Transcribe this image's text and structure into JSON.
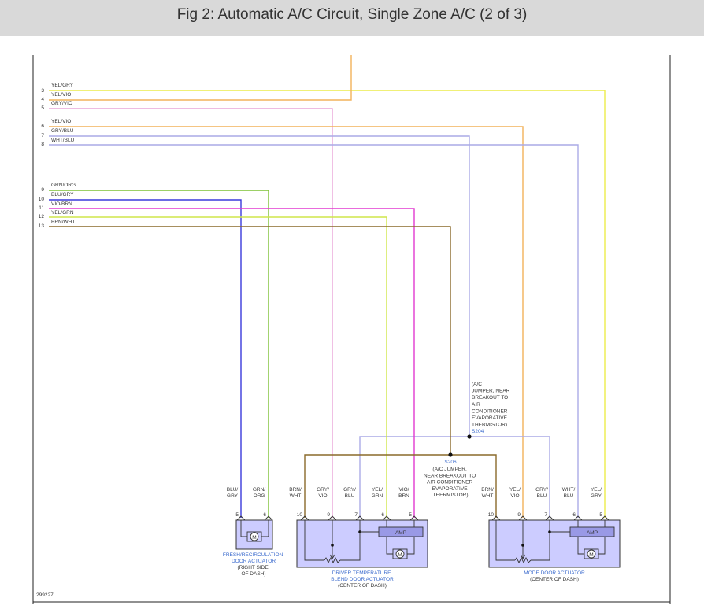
{
  "title": "Fig 2: Automatic A/C Circuit, Single Zone A/C (2 of 3)",
  "figure_number": "299227",
  "wire_colors": {
    "yellow": "#ecec4a",
    "orange": "#f2b25a",
    "pink": "#e9a6d9",
    "lavender": "#aaaae6",
    "green": "#7cc034",
    "blue": "#3a3adc",
    "magenta": "#e23ad0",
    "yelgrn": "#cfe64a",
    "brown": "#8a6a2a",
    "component_fill": "#ccccff"
  },
  "pins": [
    "3",
    "4",
    "5",
    "6",
    "7",
    "8",
    "9",
    "10",
    "11",
    "12",
    "13"
  ],
  "wire_labels": [
    "YEL/GRY",
    "YEL/VIO",
    "GRY/VIO",
    "YEL/VIO",
    "GRY/BLU",
    "WHT/BLU",
    "GRN/ORG",
    "BLU/GRY",
    "VIO/BRN",
    "YEL/GRN",
    "BRN/WHT"
  ],
  "splices": {
    "s204": {
      "label": "S204",
      "note": [
        "(A/C",
        "JUMPER, NEAR",
        "BREAKOUT TO",
        "AIR",
        "CONDITIONER",
        "EVAPORATIVE",
        "THERMISTOR)"
      ]
    },
    "s206": {
      "label": "S206",
      "note": [
        "(A/C JUMPER,",
        "NEAR BREAKOUT TO",
        "AIR CONDITIONER",
        "EVAPORATIVE",
        "THERMISTOR)"
      ]
    }
  },
  "components": {
    "fresh": {
      "name": [
        "FRESH/RECIRCULATION",
        "DOOR ACTUATOR"
      ],
      "location": [
        "(RIGHT SIDE",
        "OF DASH)"
      ],
      "terminals": [
        "5",
        "6"
      ],
      "wires": [
        [
          "BLU/",
          "GRY"
        ],
        [
          "GRN/",
          "ORG"
        ]
      ],
      "motor": "M"
    },
    "driver": {
      "name": [
        "DRIVER TEMPERATURE",
        "BLEND DOOR ACTUATOR"
      ],
      "location": [
        "(CENTER OF DASH)"
      ],
      "terminals": [
        "10",
        "9",
        "7",
        "6",
        "5"
      ],
      "wires": [
        [
          "BRN/",
          "WHT"
        ],
        [
          "GRY/",
          "VIO"
        ],
        [
          "GRY/",
          "BLU"
        ],
        [
          "YEL/",
          "GRN"
        ],
        [
          "VIO/",
          "BRN"
        ]
      ],
      "amp": "AMP",
      "motor": "M"
    },
    "mode": {
      "name": [
        "MODE DOOR ACTUATOR"
      ],
      "location": [
        "(CENTER OF DASH)"
      ],
      "terminals": [
        "10",
        "9",
        "7",
        "6",
        "5"
      ],
      "wires": [
        [
          "BRN/",
          "WHT"
        ],
        [
          "YEL/",
          "VIO"
        ],
        [
          "GRY/",
          "BLU"
        ],
        [
          "WHT/",
          "BLU"
        ],
        [
          "YEL/",
          "GRY"
        ]
      ],
      "amp": "AMP",
      "motor": "M"
    }
  }
}
